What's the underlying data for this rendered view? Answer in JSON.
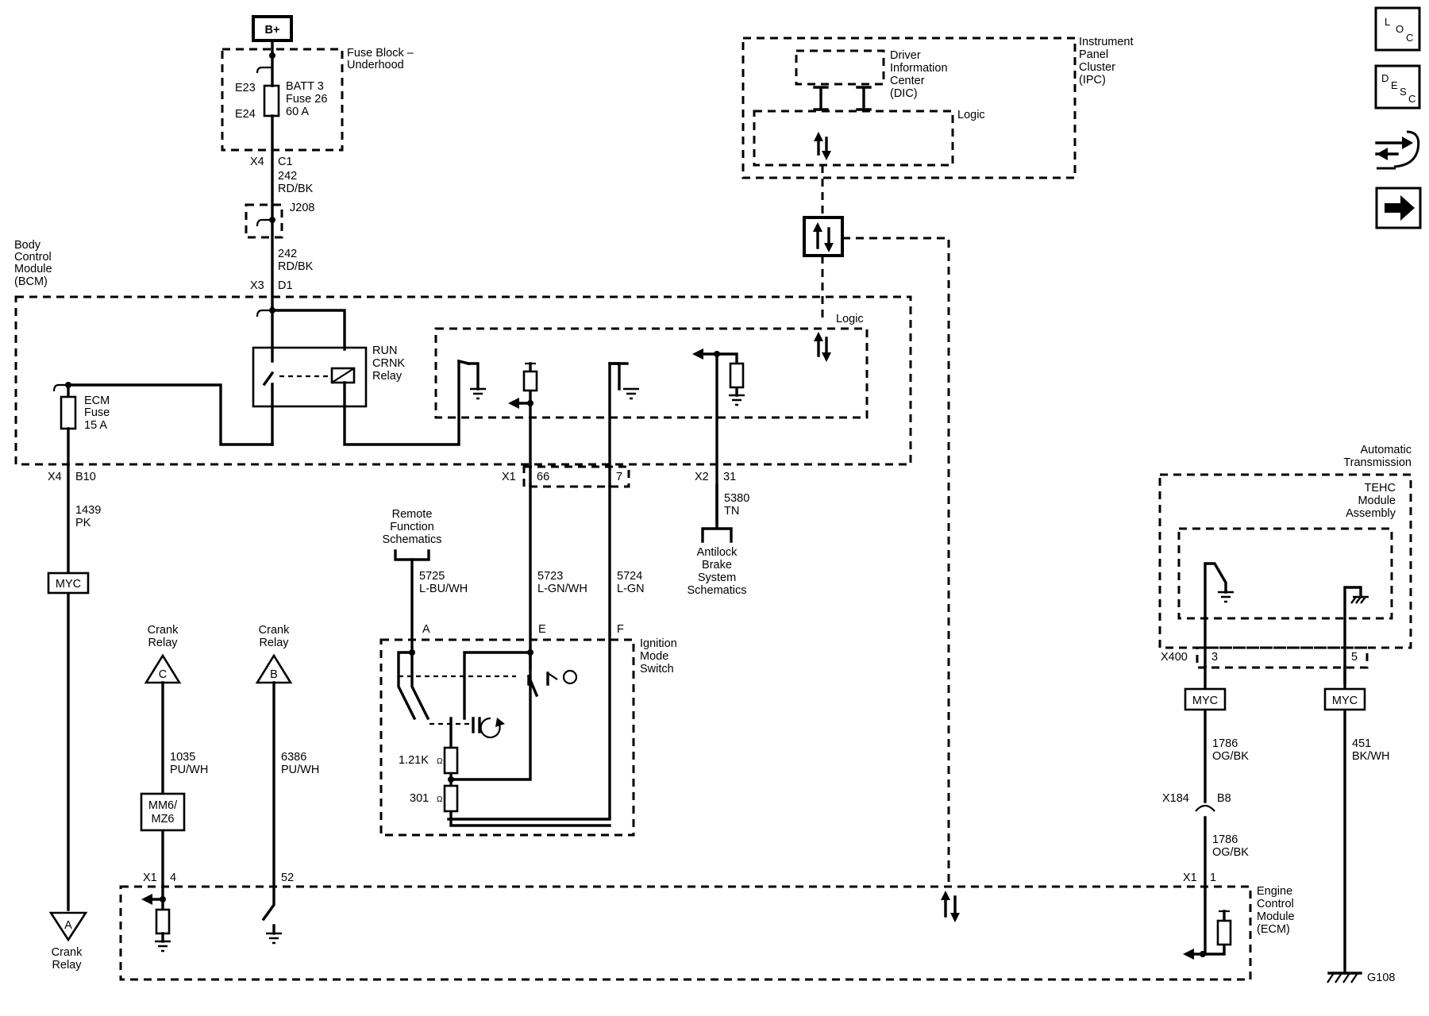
{
  "power": {
    "b_plus": "B+"
  },
  "fuse_block": {
    "title_1": "Fuse Block –",
    "title_2": "Underhood",
    "term_top": "E23",
    "term_bottom": "E24",
    "fuse_1": "BATT 3",
    "fuse_2": "Fuse 26",
    "fuse_3": "60 A"
  },
  "wire_x4_c1": {
    "connector": "X4",
    "pin": "C1",
    "circuit": "242",
    "color": "RD/BK"
  },
  "splice": {
    "id": "J208"
  },
  "wire_x3_d1": {
    "connector": "X3",
    "pin": "D1",
    "circuit": "242",
    "color": "RD/BK"
  },
  "bcm": {
    "title_1": "Body",
    "title_2": "Control",
    "title_3": "Module",
    "title_4": "(BCM)",
    "relay_1": "RUN",
    "relay_2": "CRNK",
    "relay_3": "Relay",
    "ecm_fuse_1": "ECM",
    "ecm_fuse_2": "Fuse",
    "ecm_fuse_3": "15 A",
    "logic": "Logic",
    "x4": "X4",
    "b10": "B10",
    "x1": "X1",
    "p66": "66",
    "p7": "7",
    "x2": "X2",
    "p31": "31"
  },
  "ipc": {
    "title_1": "Instrument",
    "title_2": "Panel",
    "title_3": "Cluster",
    "title_4": "(IPC)",
    "dic_1": "Driver",
    "dic_2": "Information",
    "dic_3": "Center",
    "dic_4": "(DIC)",
    "logic": "Logic"
  },
  "wire_1439": {
    "circuit": "1439",
    "color": "PK"
  },
  "myc": "MYC",
  "wire_5380": {
    "circuit": "5380",
    "color": "TN"
  },
  "abs": {
    "l1": "Antilock",
    "l2": "Brake",
    "l3": "System",
    "l4": "Schematics"
  },
  "remote": {
    "l1": "Remote",
    "l2": "Function",
    "l3": "Schematics"
  },
  "wire_5725": {
    "circuit": "5725",
    "color": "L-BU/WH"
  },
  "wire_5723": {
    "circuit": "5723",
    "color": "L-GN/WH"
  },
  "wire_5724": {
    "circuit": "5724",
    "color": "L-GN"
  },
  "ignition": {
    "l1": "Ignition",
    "l2": "Mode",
    "l3": "Switch",
    "pin_a": "A",
    "pin_e": "E",
    "pin_f": "F",
    "res_1": "1.21K",
    "res_2": "301",
    "ohm": "Ω"
  },
  "crank_c": {
    "l1": "Crank",
    "l2": "Relay",
    "tag": "C"
  },
  "crank_b": {
    "l1": "Crank",
    "l2": "Relay",
    "tag": "B"
  },
  "crank_a": {
    "l1": "Crank",
    "l2": "Relay",
    "tag": "A"
  },
  "wire_1035": {
    "circuit": "1035",
    "color": "PU/WH"
  },
  "wire_6386": {
    "circuit": "6386",
    "color": "PU/WH"
  },
  "option": {
    "l1": "MM6/",
    "l2": "MZ6"
  },
  "ecm": {
    "x1_left": "X1",
    "p4": "4",
    "p52": "52",
    "x1_right": "X1",
    "p1": "1",
    "title_1": "Engine",
    "title_2": "Control",
    "title_3": "Module",
    "title_4": "(ECM)"
  },
  "trans": {
    "title_1": "Automatic",
    "title_2": "Transmission",
    "tehc_1": "TEHC",
    "tehc_2": "Module",
    "tehc_3": "Assembly",
    "x400": "X400",
    "p3": "3",
    "p5": "5"
  },
  "wire_1786_a": {
    "circuit": "1786",
    "color": "OG/BK"
  },
  "inline": {
    "connector": "X184",
    "pin": "B8"
  },
  "wire_1786_b": {
    "circuit": "1786",
    "color": "OG/BK"
  },
  "wire_451": {
    "circuit": "451",
    "color": "BK/WH"
  },
  "ground": {
    "id": "G108"
  },
  "nav_icons": {
    "loc": [
      "L",
      "O",
      "C"
    ],
    "desc": [
      "D",
      "E",
      "S",
      "C"
    ],
    "icons": [
      "location-icon",
      "description-icon",
      "repair-info-icon",
      "next-page-arrow-icon"
    ]
  }
}
